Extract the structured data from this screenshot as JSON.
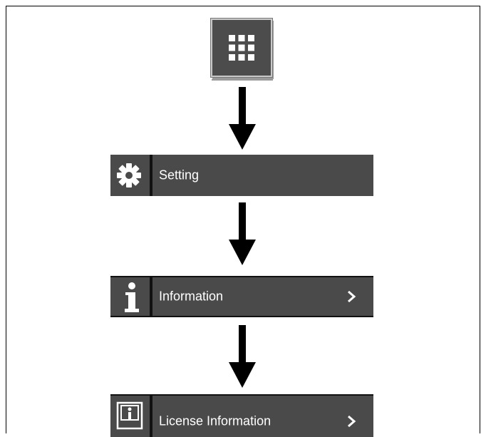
{
  "apps_button": {
    "icon": "apps-grid-icon"
  },
  "menu": {
    "setting": {
      "label": "Setting",
      "icon": "gear-icon"
    },
    "information": {
      "label": "Information",
      "icon": "info-icon",
      "chevron": "chevron-right-icon"
    },
    "license": {
      "label": "License Information",
      "icon": "license-document-icon",
      "chevron": "chevron-right-icon"
    }
  },
  "colors": {
    "bar": "#4a4a4a",
    "button": "#4c4c4c",
    "text": "#ffffff",
    "arrow": "#000000"
  }
}
